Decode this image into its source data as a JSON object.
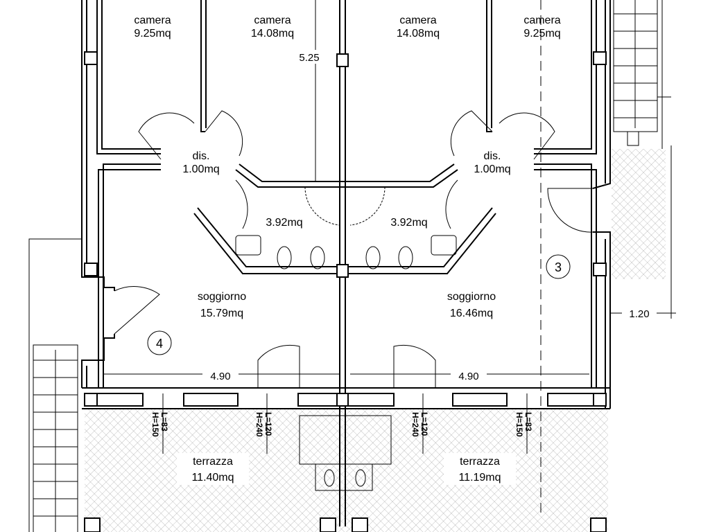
{
  "rooms": [
    {
      "id": "camera-1",
      "name": "camera",
      "area": "9.25mq"
    },
    {
      "id": "camera-2",
      "name": "camera",
      "area": "14.08mq"
    },
    {
      "id": "camera-3",
      "name": "camera",
      "area": "14.08mq"
    },
    {
      "id": "camera-4",
      "name": "camera",
      "area": "9.25mq"
    },
    {
      "id": "dis-left",
      "name": "dis.",
      "area": "1.00mq"
    },
    {
      "id": "dis-right",
      "name": "dis.",
      "area": "1.00mq"
    },
    {
      "id": "bagno-left",
      "name": "",
      "area": "3.92mq"
    },
    {
      "id": "bagno-right",
      "name": "",
      "area": "3.92mq"
    },
    {
      "id": "soggiorno-left",
      "name": "soggiorno",
      "area": "15.79mq"
    },
    {
      "id": "soggiorno-right",
      "name": "soggiorno",
      "area": "16.46mq"
    },
    {
      "id": "terrazza-left",
      "name": "terrazza",
      "area": "11.40mq"
    },
    {
      "id": "terrazza-right",
      "name": "terrazza",
      "area": "11.19mq"
    }
  ],
  "dimensions": {
    "top_height": "5.25",
    "left_width": "4.90",
    "right_width": "4.90",
    "side_width": "1.20"
  },
  "windows": [
    {
      "id": "win-1",
      "label": "L=83\nH=150",
      "L": "L=83",
      "H": "H=150"
    },
    {
      "id": "win-2",
      "label": "L=120\nH=240",
      "L": "L=120",
      "H": "H=240"
    },
    {
      "id": "win-3",
      "label": "L=120\nH=240",
      "L": "L=120",
      "H": "H=240"
    },
    {
      "id": "win-4",
      "label": "L=83\nH=150",
      "L": "L=83",
      "H": "H=150"
    }
  ],
  "markers": {
    "unit_left": "4",
    "unit_right": "3"
  }
}
